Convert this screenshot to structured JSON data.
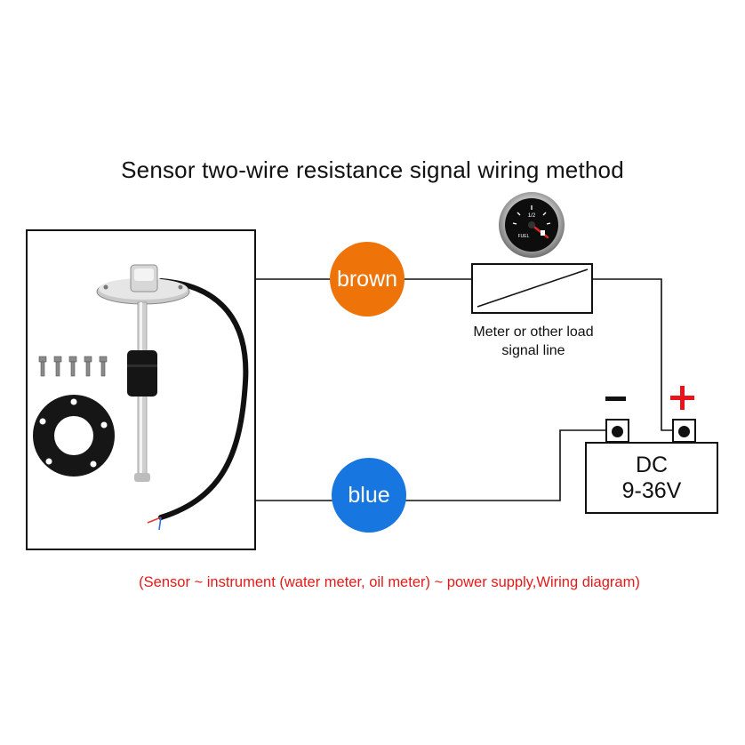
{
  "title": "Sensor two-wire resistance signal wiring method",
  "wires": {
    "brown_label": "brown",
    "blue_label": "blue",
    "colors": {
      "brown": "#ee7309",
      "blue": "#1776e0"
    }
  },
  "meter": {
    "caption_line1": "Meter or other load",
    "caption_line2": "signal line",
    "gauge_text": "FUEL",
    "gauge_mark": "1/2"
  },
  "battery": {
    "line1": "DC",
    "line2": "9-36V",
    "negative_sign": "−",
    "positive_sign": "+"
  },
  "footnote": "(Sensor ~ instrument (water meter, oil meter) ~ power supply,Wiring diagram)",
  "icons": [
    "fuel-level-sensor-icon",
    "screws-icon",
    "gasket-icon",
    "fuel-gauge-icon",
    "resistor-icon"
  ]
}
